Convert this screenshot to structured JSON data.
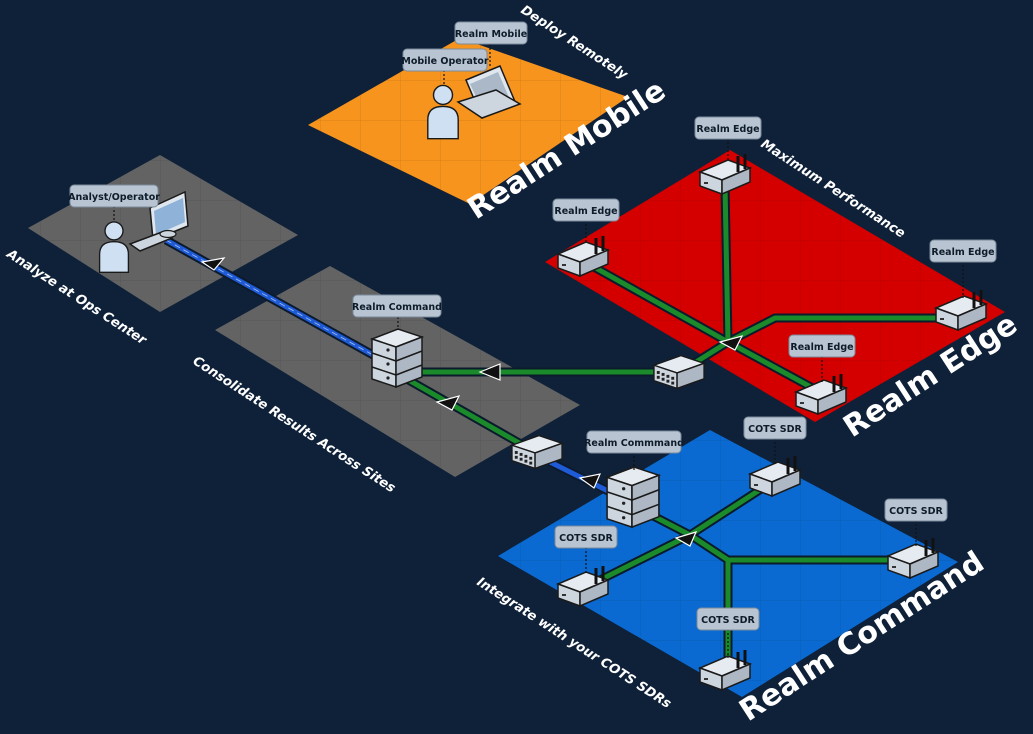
{
  "platforms": {
    "mobile": {
      "title": "Realm Mobile",
      "caption": "Deploy Remotely"
    },
    "edge": {
      "title": "Realm Edge",
      "caption": "Maximum Performance"
    },
    "command": {
      "title": "Realm Command",
      "caption": "Integrate with your COTS SDRs"
    },
    "ops": {
      "caption": "Analyze at Ops Center"
    },
    "consolidate": {
      "caption": "Consolidate Results Across Sites"
    }
  },
  "tags": {
    "realm_mobile": "Realm Mobile",
    "mobile_operator": "Mobile Operator",
    "analyst_operator": "Analyst/Operator",
    "realm_command_center": "Realm Command",
    "realm_command_site": "Realm Commmand",
    "realm_edge": "Realm Edge",
    "cots_sdr": "COTS SDR"
  },
  "colors": {
    "background": "#0f2139",
    "mobile": "#f7941d",
    "edge": "#d40000",
    "command": "#0a6ad1",
    "gray_platform": "#636363",
    "green_link": "#1a8a2a",
    "blue_link": "#1f5bd6"
  }
}
